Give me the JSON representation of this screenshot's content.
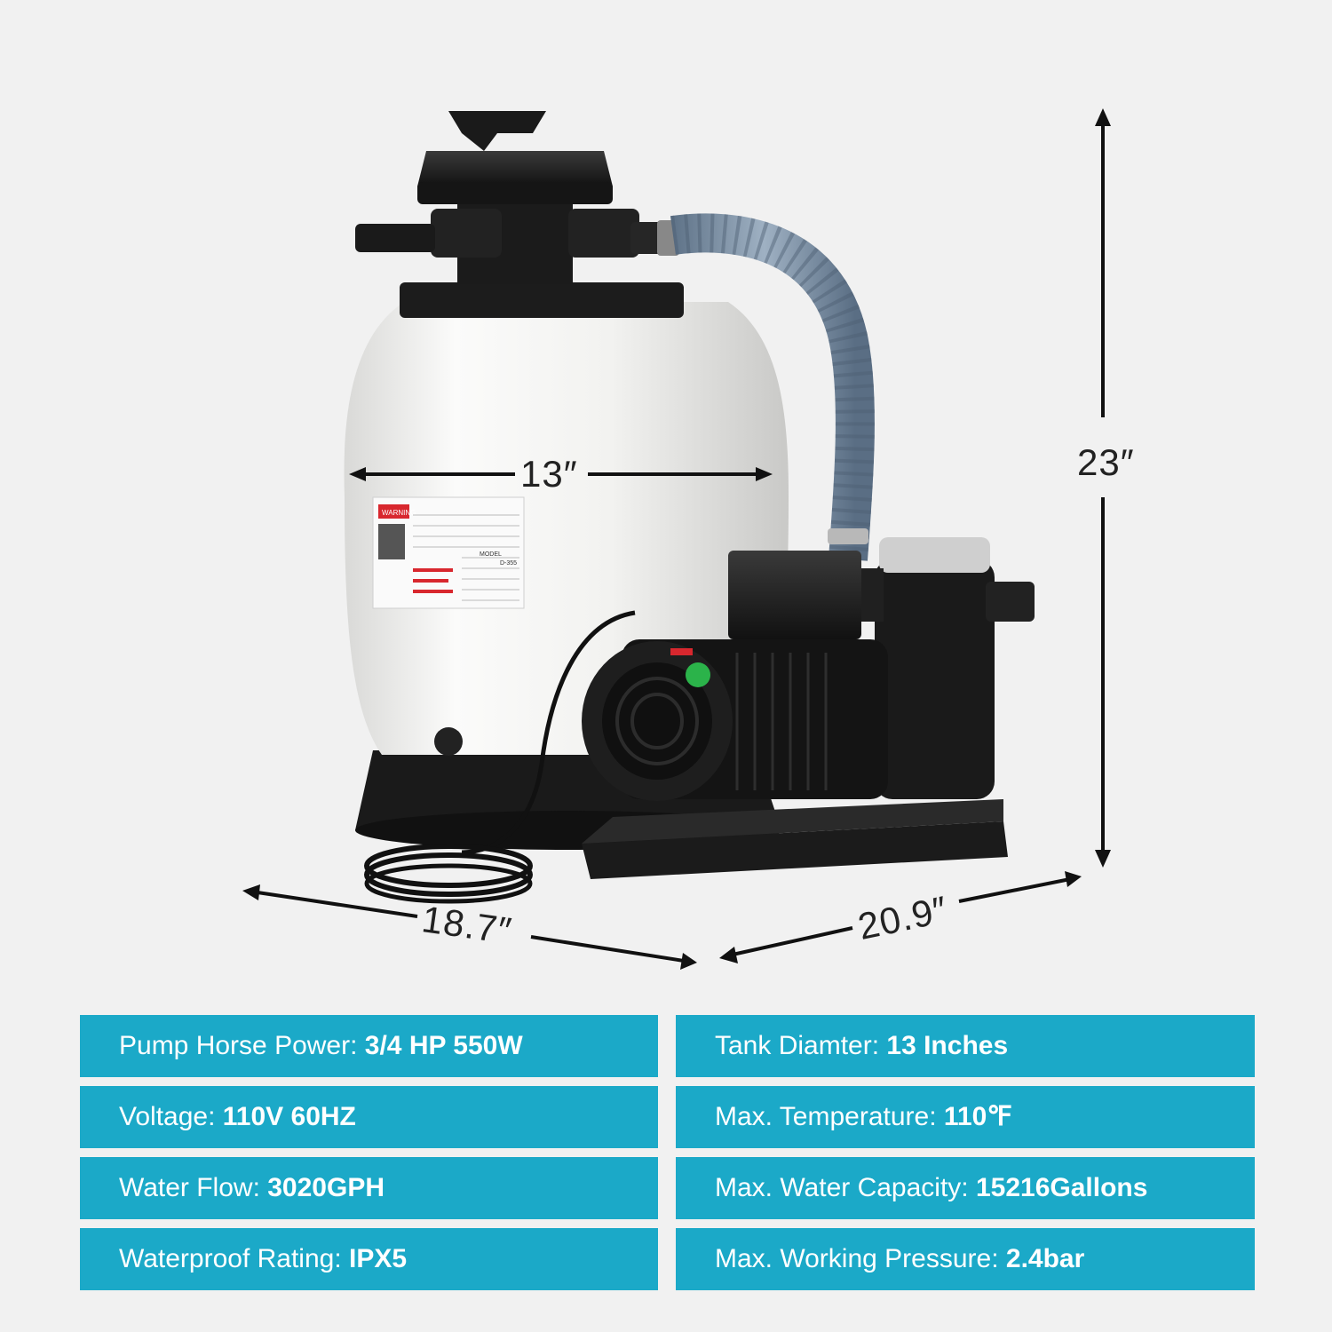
{
  "dimensions": {
    "tank_width": "13″",
    "height": "23″",
    "depth": "18.7″",
    "width": "20.9″"
  },
  "specs_left": [
    {
      "label": "Pump Horse Power: ",
      "value": "3/4 HP 550W"
    },
    {
      "label": "Voltage: ",
      "value": "110V 60HZ"
    },
    {
      "label": "Water Flow: ",
      "value": "3020GPH"
    },
    {
      "label": "Waterproof Rating: ",
      "value": "IPX5"
    }
  ],
  "specs_right": [
    {
      "label": "Tank Diamter: ",
      "value": "13 Inches"
    },
    {
      "label": "Max. Temperature: ",
      "value": "110℉"
    },
    {
      "label": "Max. Water Capacity: ",
      "value": "15216Gallons"
    },
    {
      "label": "Max. Working Pressure: ",
      "value": "2.4bar"
    }
  ],
  "label": {
    "warning": "WARNING",
    "model_heading": "MODEL",
    "model_value": "D-355"
  },
  "colors": {
    "spec_bar": "#1ba9c8",
    "tank": "#f4f4f2",
    "pump": "#1c1c1c",
    "hose": "#7f93a8",
    "warning_red": "#d8272e",
    "indicator_green": "#2bb34a"
  }
}
